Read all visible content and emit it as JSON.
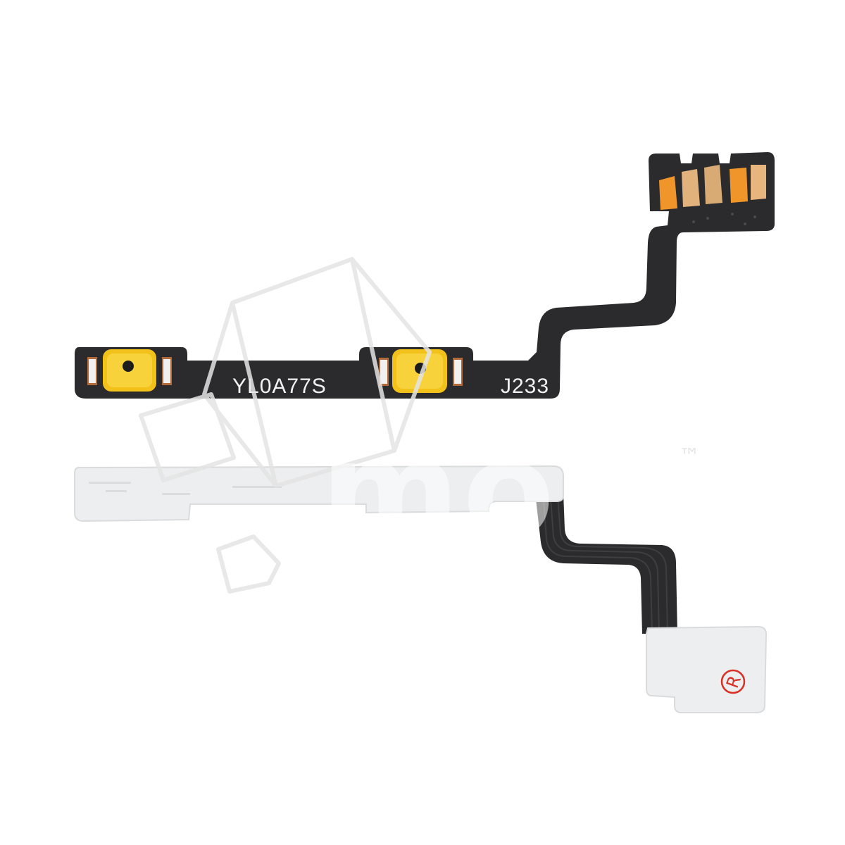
{
  "photo": {
    "background": "#ffffff",
    "flex_color": "#2b2b2d",
    "pad_color": "#f0952a",
    "button_color": "#f2c21b",
    "adhesive_color": "#eceeef"
  },
  "flex_cable_front": {
    "label_left": "YL0A77S",
    "label_right": "J233",
    "buttons": [
      "volume-button",
      "power-button"
    ]
  },
  "flex_cable_back": {
    "registered_mark": "R"
  },
  "watermark": {
    "text": "moba",
    "trademark": "™"
  }
}
